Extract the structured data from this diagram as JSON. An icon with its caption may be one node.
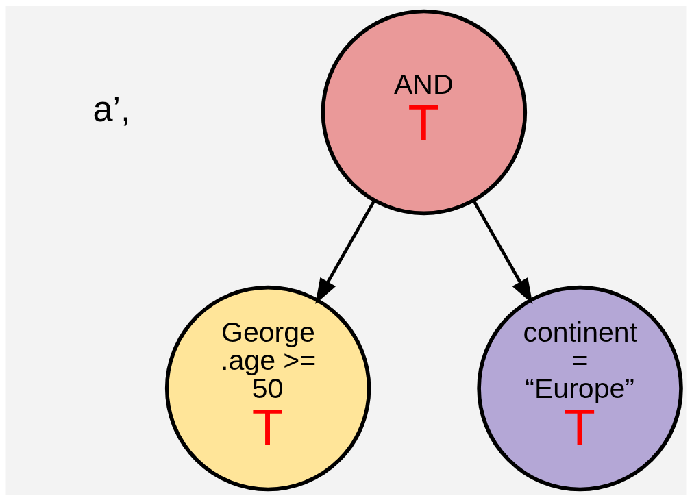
{
  "diagram": {
    "nodes": [
      {
        "text": [
          "AND",
          "T"
        ]
      },
      {
        "text": [
          "George .age >= 50",
          "T"
        ]
      },
      {
        "text": [
          "continent = “Europe”",
          "T"
        ]
      }
    ],
    "edges": [
      {
        "from": 0,
        "to": 1,
        "arrow": "to"
      },
      {
        "from": 0,
        "to": 2,
        "arrow": "to"
      }
    ],
    "labels": [
      "a’,"
    ]
  }
}
